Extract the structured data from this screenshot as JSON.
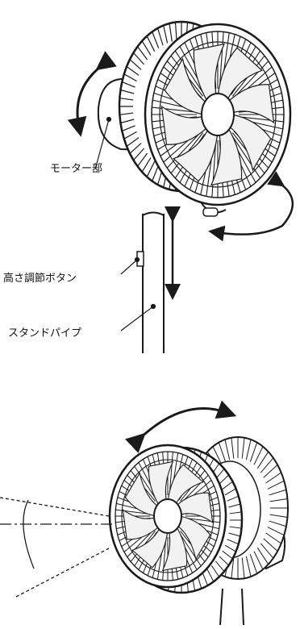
{
  "labels": {
    "motor": "モーター部",
    "height_button": "高さ調節ボタン",
    "stand_pipe": "スタンドパイプ"
  },
  "icons": [
    "rotation-arrow-icon",
    "tilt-arrow-icon",
    "height-arrow-icon",
    "swing-arrow-icon"
  ],
  "colors": {
    "line": "#1a1a1a",
    "background": "#ffffff"
  }
}
